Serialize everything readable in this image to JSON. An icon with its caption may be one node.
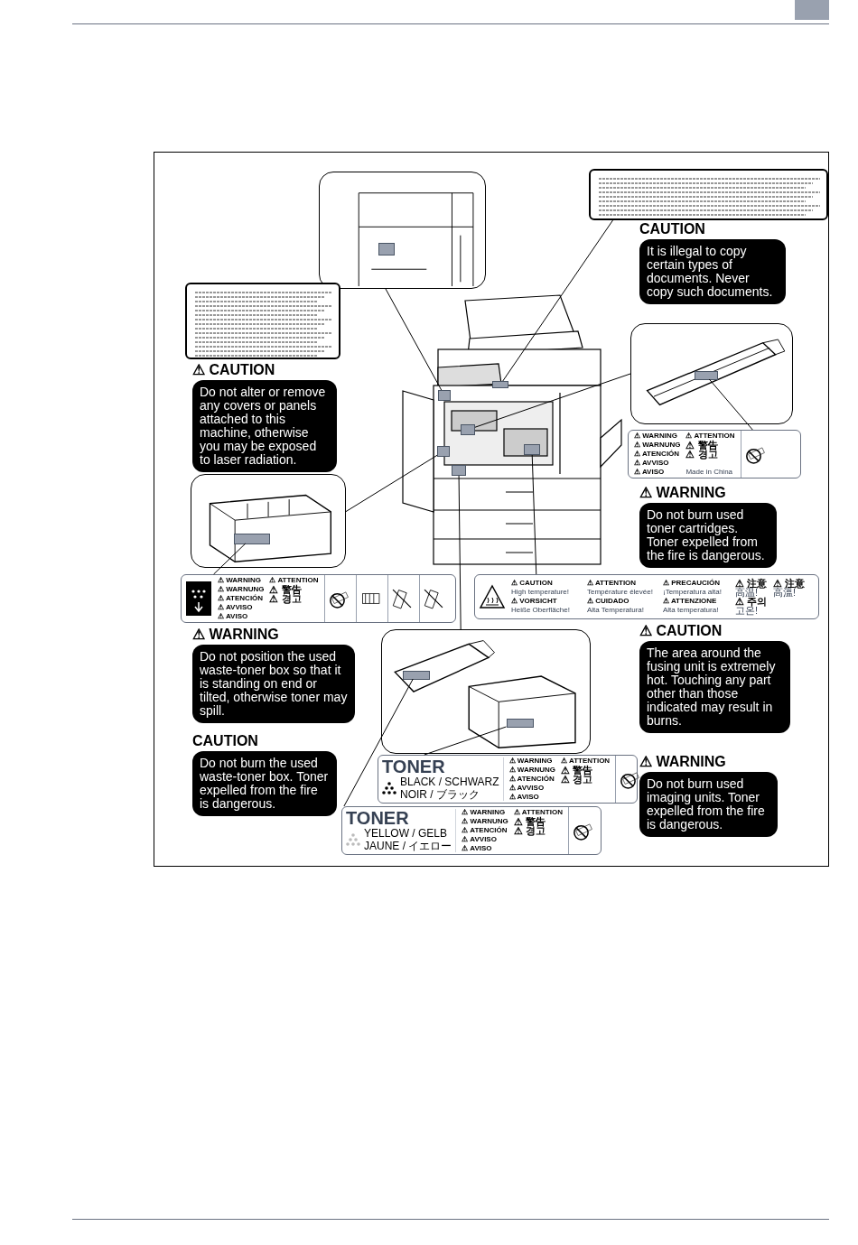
{
  "diagram": {
    "nodes": [
      {
        "text": [],
        "shape": "picture"
      },
      {
        "text": [],
        "shape": "box",
        "in": 0
      },
      {
        "text": [],
        "shape": "picture"
      },
      {
        "text": [
          "⚠ CAUTION",
          "Do not alter or remove any covers or panels attached to this machine, otherwise you may be exposed to laser radiation."
        ]
      },
      {
        "text": [],
        "shape": "picture"
      },
      {
        "text": [
          "CAUTION",
          "It is illegal to copy certain types of documents. Never copy such documents."
        ]
      },
      {
        "text": [],
        "shape": "picture"
      },
      {
        "text": [],
        "shape": "box",
        "in": 6
      },
      {
        "text": [],
        "shape": "box",
        "in": 6
      },
      {
        "text": [],
        "shape": "box",
        "in": 6
      },
      {
        "text": [],
        "shape": "box",
        "in": 6
      },
      {
        "text": [],
        "shape": "box",
        "in": 6
      },
      {
        "text": [],
        "shape": "box",
        "in": 6
      },
      {
        "text": [],
        "shape": "picture"
      },
      {
        "text": [],
        "shape": "box",
        "in": 13
      },
      {
        "text": [
          "⚠ WARNING",
          "⚠ ATTENTION",
          "⚠ WARNUNG",
          "⚠ 警告",
          "⚠ ATENCIÓN",
          "⚠ 경고",
          "⚠ AVVISO",
          "⚠ AVISO",
          "Made in China"
        ]
      },
      {
        "text": [
          "⚠ WARNING",
          "Do not burn used toner cartridges. Toner expelled from the fire is dangerous."
        ]
      },
      {
        "text": [],
        "shape": "picture"
      },
      {
        "text": [],
        "shape": "box",
        "in": 17
      },
      {
        "text": [
          "⚠ WARNING",
          "⚠ ATTENTION",
          "⚠ WARNUNG",
          "⚠ 警告",
          "⚠ ATENCIÓN",
          "⚠ 경고",
          "⚠ AVVISO",
          "⚠ AVISO"
        ]
      },
      {
        "text": [
          "⚠ CAUTION",
          "High temperature!",
          "⚠ ATTENTION",
          "Température élevée!",
          "⚠ PRECAUCIÓN",
          "¡Temperatura alta!",
          "⚠ 注意",
          "高温!",
          "⚠ 注意",
          "高溫!",
          "⚠ VORSICHT",
          "Heiße Oberfläche!",
          "⚠ CUIDADO",
          "Alta Temperatura!",
          "⚠ ATTENZIONE",
          "Alta temperatura!",
          "⚠ 주의",
          "고온!"
        ]
      },
      {
        "text": [
          "⚠ CAUTION",
          "The area around the fusing unit is extremely hot. Touching any part other than those indicated may result in burns."
        ]
      },
      {
        "text": [],
        "shape": "picture"
      },
      {
        "text": [],
        "shape": "box",
        "in": 22
      },
      {
        "text": [],
        "shape": "box",
        "in": 22
      },
      {
        "text": [
          "⚠ WARNING",
          "Do not position the used waste-toner box so that it is standing on end or tilted, otherwise toner may spill."
        ]
      },
      {
        "text": [
          "CAUTION",
          "Do not burn the used waste-toner box. Toner expelled from the fire is dangerous."
        ]
      },
      {
        "text": [
          "TONER",
          "BLACK / SCHWARZ",
          "NOIR / ブラック",
          "⚠ WARNING",
          "⚠ ATTENTION",
          "⚠ WARNUNG",
          "⚠ 警告",
          "⚠ ATENCIÓN",
          "⚠ 경고",
          "⚠ AVVISO",
          "⚠ AVISO"
        ]
      },
      {
        "text": [
          "TONER",
          "YELLOW / GELB",
          "JAUNE / イエロー",
          "⚠ WARNING",
          "⚠ ATTENTION",
          "⚠ WARNUNG",
          "⚠ 警告",
          "⚠ ATENCIÓN",
          "⚠ 경고",
          "⚠ AVVISO",
          "⚠ AVISO"
        ]
      },
      {
        "text": [
          "⚠ WARNING",
          "Do not burn used imaging units. Toner expelled from the fire is dangerous."
        ]
      }
    ],
    "edges": [
      {
        "from": 0,
        "to": 7,
        "arrow": "none"
      },
      {
        "from": 4,
        "to": 8,
        "arrow": "none"
      },
      {
        "from": 13,
        "to": 9,
        "arrow": "none"
      },
      {
        "from": 15,
        "to": 14,
        "arrow": "none"
      },
      {
        "from": 17,
        "to": 10,
        "arrow": "none"
      },
      {
        "from": 19,
        "to": 18,
        "arrow": "none"
      },
      {
        "from": 20,
        "to": 11,
        "arrow": "none"
      },
      {
        "from": 22,
        "to": 12,
        "arrow": "none"
      },
      {
        "from": 27,
        "to": 24,
        "arrow": "none"
      },
      {
        "from": 28,
        "to": 23,
        "arrow": "none"
      }
    ]
  }
}
